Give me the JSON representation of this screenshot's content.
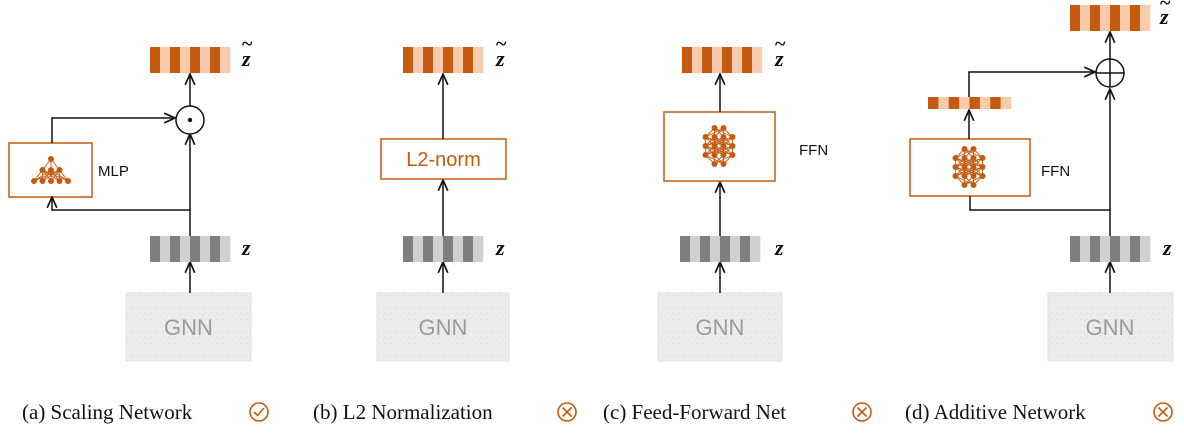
{
  "colors": {
    "accent": "#c55a11",
    "accent_light": "#f8cbad",
    "gray_dark": "#7f7f7f",
    "gray_light": "#d0d0d0",
    "gnn_fill": "#ececec",
    "gnn_text": "#9a9a9a",
    "check": "#c55a11",
    "cross": "#c55a11"
  },
  "symbols": {
    "z": "z",
    "z_tilde": "z",
    "tilde": "~"
  },
  "panels": [
    {
      "id": "a",
      "gnn_label": "GNN",
      "module_label": "MLP",
      "module_type": "mlp",
      "combine_op": "odot",
      "caption": "(a) Scaling Network",
      "status": "check",
      "status_icon": "check-circle-icon"
    },
    {
      "id": "b",
      "gnn_label": "GNN",
      "module_label": "L2-norm",
      "module_type": "norm",
      "combine_op": "none",
      "caption": "(b) L2 Normalization",
      "status": "cross",
      "status_icon": "cross-circle-icon"
    },
    {
      "id": "c",
      "gnn_label": "GNN",
      "module_label": "FFN",
      "module_type": "ffn",
      "combine_op": "none",
      "caption": "(c) Feed-Forward Net",
      "status": "cross",
      "status_icon": "cross-circle-icon"
    },
    {
      "id": "d",
      "gnn_label": "GNN",
      "module_label": "FFN",
      "module_type": "ffn",
      "combine_op": "oplus",
      "caption": "(d) Additive Network",
      "status": "cross",
      "status_icon": "cross-circle-icon"
    }
  ]
}
